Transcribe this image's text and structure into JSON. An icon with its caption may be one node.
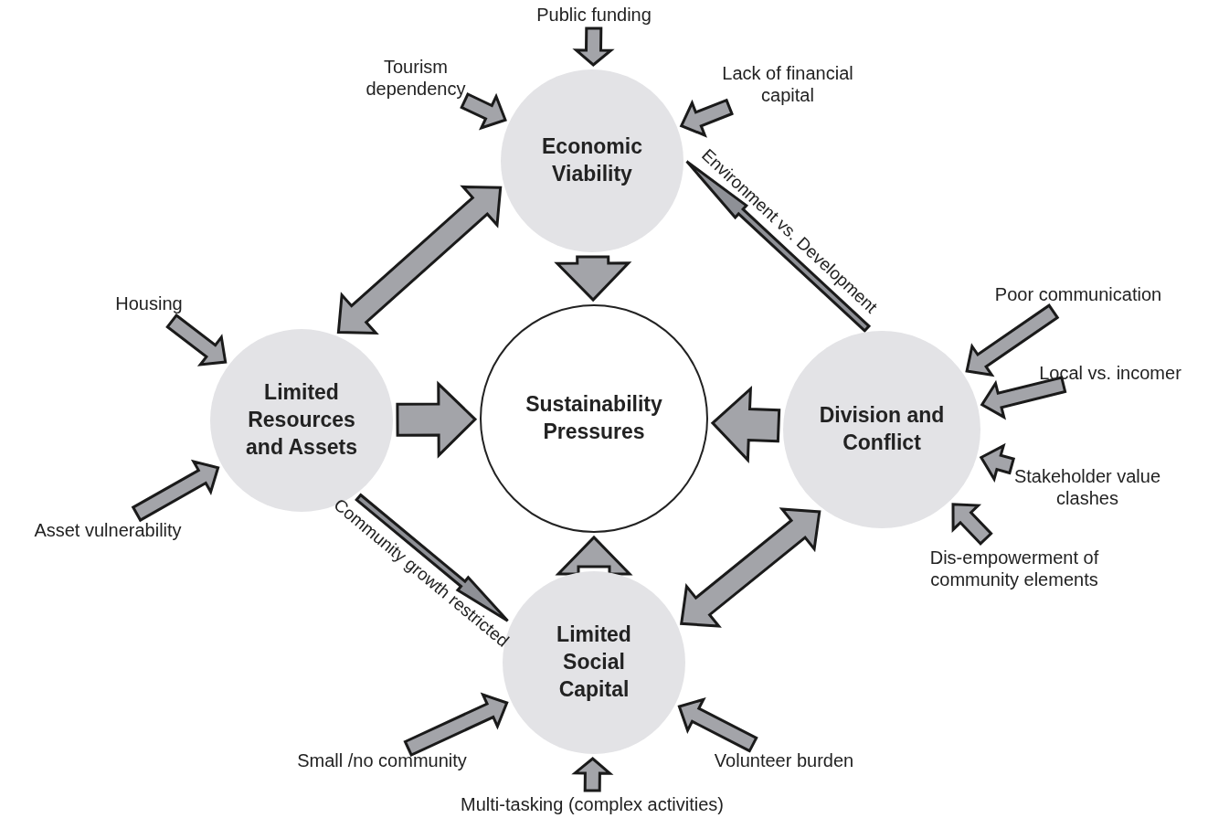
{
  "diagram": {
    "nodes": [
      {
        "text": [
          "Sustainability Pressures"
        ]
      },
      {
        "text": [
          "Economic Viability"
        ]
      },
      {
        "text": [
          "Limited Resources and Assets"
        ]
      },
      {
        "text": [
          "Division and Conflict"
        ]
      },
      {
        "text": [
          "Limited Social Capital"
        ]
      },
      {
        "text": [
          "Public funding"
        ]
      },
      {
        "text": [
          "Tourism dependency"
        ]
      },
      {
        "text": [
          "Lack of financial capital"
        ]
      },
      {
        "text": [
          "Housing"
        ]
      },
      {
        "text": [
          "Asset vulnerability"
        ]
      },
      {
        "text": [
          "Poor communication"
        ]
      },
      {
        "text": [
          "Local vs. incomer"
        ]
      },
      {
        "text": [
          "Stakeholder value clashes"
        ]
      },
      {
        "text": [
          "Dis-empowerment of community elements"
        ]
      },
      {
        "text": [
          "Small /no community"
        ]
      },
      {
        "text": [
          "Volunteer burden"
        ]
      },
      {
        "text": [
          "Multi-tasking (complex activities)"
        ]
      }
    ],
    "edges": [
      {
        "from": 5,
        "to": 1,
        "arrow": "to"
      },
      {
        "from": 6,
        "to": 1,
        "arrow": "to"
      },
      {
        "from": 7,
        "to": 1,
        "arrow": "to"
      },
      {
        "from": 1,
        "to": 2,
        "arrow": "both"
      },
      {
        "from": 3,
        "to": 1,
        "arrow": "to",
        "label": "Environment vs. Development"
      },
      {
        "from": 1,
        "to": 0,
        "arrow": "to"
      },
      {
        "from": 8,
        "to": 2,
        "arrow": "to"
      },
      {
        "from": 9,
        "to": 2,
        "arrow": "to"
      },
      {
        "from": 2,
        "to": 0,
        "arrow": "to"
      },
      {
        "from": 3,
        "to": 0,
        "arrow": "to"
      },
      {
        "from": 10,
        "to": 3,
        "arrow": "to"
      },
      {
        "from": 11,
        "to": 3,
        "arrow": "to"
      },
      {
        "from": 12,
        "to": 3,
        "arrow": "to"
      },
      {
        "from": 13,
        "to": 3,
        "arrow": "to"
      },
      {
        "from": 2,
        "to": 4,
        "arrow": "to",
        "label": "Community growth restricted"
      },
      {
        "from": 4,
        "to": 0,
        "arrow": "to"
      },
      {
        "from": 3,
        "to": 4,
        "arrow": "both"
      },
      {
        "from": 14,
        "to": 4,
        "arrow": "to"
      },
      {
        "from": 15,
        "to": 4,
        "arrow": "to"
      },
      {
        "from": 16,
        "to": 4,
        "arrow": "to"
      }
    ]
  }
}
